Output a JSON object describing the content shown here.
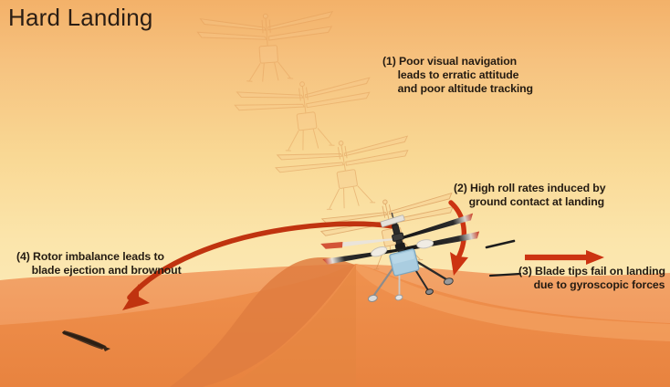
{
  "figure": {
    "title": "Hard Landing",
    "type": "annotated-illustration",
    "subject": "Mars helicopter hard landing failure sequence",
    "background": {
      "sky_top_color": "#f4b56e",
      "sky_horizon_color": "#fbeab7",
      "dune_color": "#ef8f4e",
      "dune_shadow_color": "#e07b3f",
      "dune_far_color": "#f1a668"
    },
    "accent_colors": {
      "arrow_red": "#cc3311",
      "arrow_red_dark": "#b5310f",
      "text_dark": "#241b12",
      "helicopter_body_blue": "#aacde0",
      "rotor_dark": "#1a1a1a",
      "ghost_outline": "#e8a862"
    }
  },
  "annotations": [
    {
      "id": "1",
      "marker": "(1)",
      "lines": [
        "Poor visual navigation",
        "leads to erratic attitude",
        "and poor altitude tracking"
      ],
      "text": "(1) Poor visual navigation\n     leads to erratic attitude\n     and poor altitude tracking"
    },
    {
      "id": "2",
      "marker": "(2)",
      "lines": [
        "High roll rates induced by",
        "ground contact at landing"
      ],
      "text": "(2) High roll rates induced by\n     ground contact at landing"
    },
    {
      "id": "3",
      "marker": "(3)",
      "lines": [
        "Blade tips fail on landing",
        "due to gyroscopic forces"
      ],
      "text": "(3) Blade tips fail on landing\n     due to gyroscopic forces"
    },
    {
      "id": "4",
      "marker": "(4)",
      "lines": [
        "Rotor imbalance leads to",
        "blade ejection and brownout"
      ],
      "text": "(4) Rotor imbalance leads to\n     blade ejection and brownout"
    }
  ],
  "elements": {
    "ghost_helicopters_count": 4,
    "main_helicopter_label": "landing helicopter",
    "ejected_blade_label": "ejected rotor blade on ground",
    "debris_count": 2,
    "arrows": [
      {
        "name": "roll-arrow",
        "direction": "downward curve",
        "color": "#cc3311"
      },
      {
        "name": "blade-tip-arrow",
        "direction": "right",
        "color": "#cc3311"
      },
      {
        "name": "blade-ejection-arrow",
        "direction": "left-down sweeping curve",
        "color": "#c0330f"
      }
    ]
  }
}
